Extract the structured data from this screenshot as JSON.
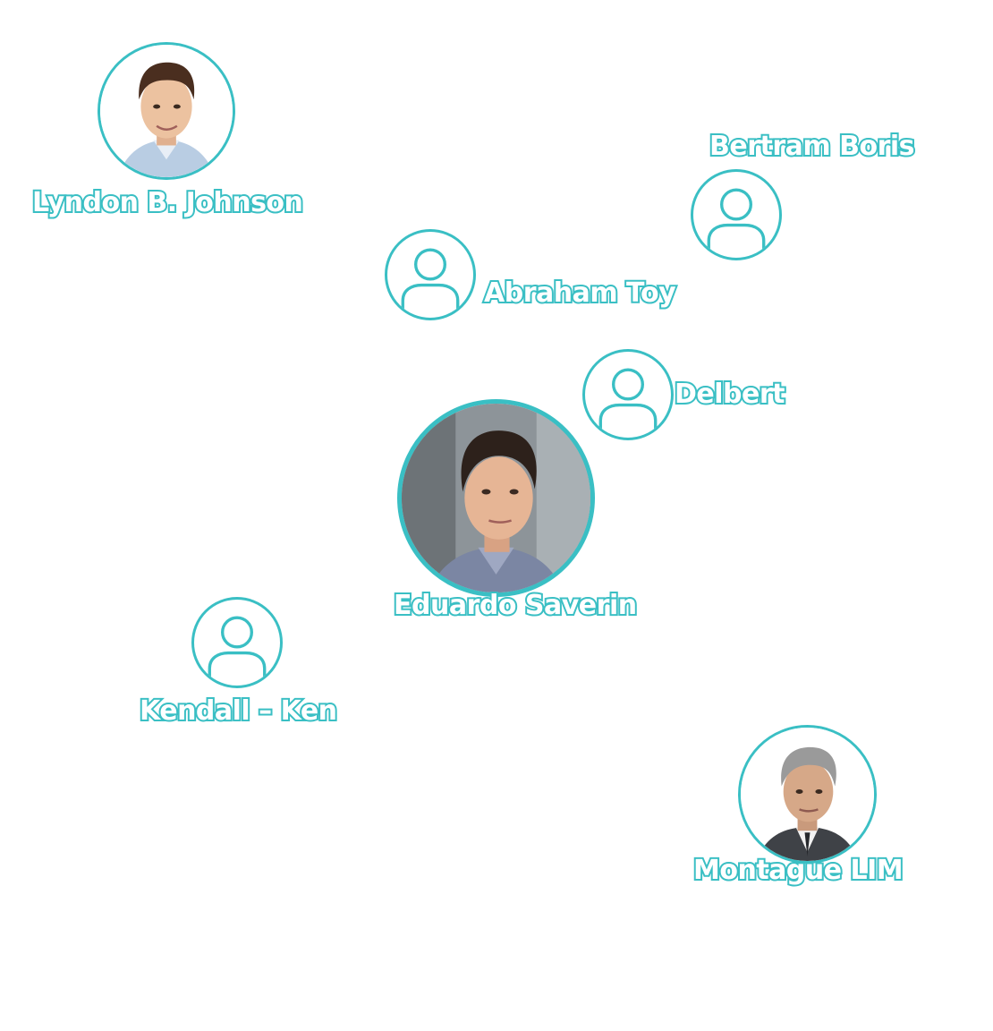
{
  "colors": {
    "accent": "#3ABFC4",
    "background": "#FFFFFF"
  },
  "people": {
    "lyndon": {
      "name": "Lyndon B. Johnson",
      "avatar": "photo-portrait"
    },
    "bertram": {
      "name": "Bertram Boris",
      "avatar": "person-icon"
    },
    "abraham": {
      "name": "Abraham Toy",
      "avatar": "person-icon"
    },
    "delbert": {
      "name": "Delbert",
      "avatar": "person-icon"
    },
    "eduardo": {
      "name": "Eduardo Saverin",
      "avatar": "photo-portrait"
    },
    "kendall": {
      "name": "Kendall – Ken",
      "avatar": "person-icon"
    },
    "montague": {
      "name": "Montague LIM",
      "avatar": "photo-portrait"
    }
  }
}
